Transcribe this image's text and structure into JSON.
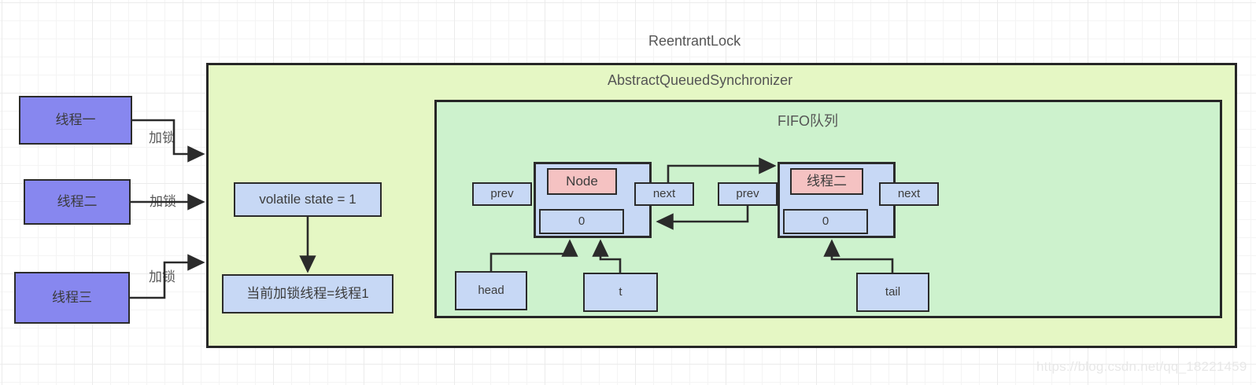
{
  "diagram": {
    "title": "ReentrantLock",
    "containers": {
      "outer_label": "ReentrantLock",
      "middle_label": "AbstractQueuedSynchronizer",
      "inner_label": "FIFO队列"
    },
    "threads": [
      {
        "label": "线程一",
        "edge_label": "加锁"
      },
      {
        "label": "线程二",
        "edge_label": "加锁"
      },
      {
        "label": "线程三",
        "edge_label": "加锁"
      }
    ],
    "state_fields": [
      {
        "label": "volatile state = 1"
      },
      {
        "label": "当前加锁线程=线程1"
      }
    ],
    "nodes": [
      {
        "title": "Node",
        "value": "0",
        "prev_label": "prev",
        "next_label": "next"
      },
      {
        "title": "线程二",
        "value": "0",
        "prev_label": "prev",
        "next_label": "next"
      }
    ],
    "pointers": [
      {
        "label": "head"
      },
      {
        "label": "t"
      },
      {
        "label": "tail"
      }
    ],
    "watermark": "https://blog.csdn.net/qq_18221459",
    "colors": {
      "thread_fill": "#8787ef",
      "field_fill": "#c7d8f5",
      "node_title_fill": "#f5c2c2",
      "outer_fill": "#e5f7c4",
      "inner_fill": "#cdf2cd",
      "stroke": "#2b2b2b"
    }
  }
}
